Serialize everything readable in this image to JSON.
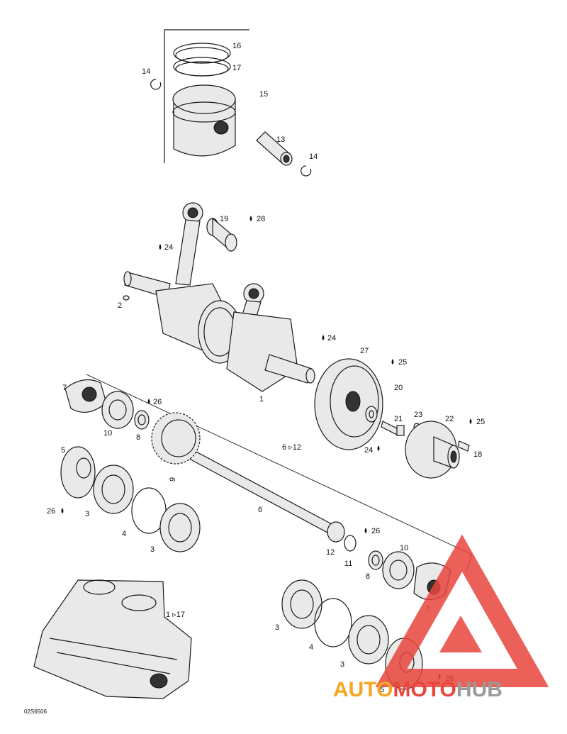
{
  "labels": {
    "l16": "16",
    "l17": "17",
    "l14a": "14",
    "l15": "15",
    "l13": "13",
    "l14b": "14",
    "l19": "19",
    "l28": "28",
    "l24a": "24",
    "l2": "2",
    "l24b": "24",
    "l27": "27",
    "l25a": "25",
    "l20": "20",
    "l1": "1",
    "l7a": "7",
    "l26a": "26",
    "l10a": "10",
    "l8a": "8",
    "l21": "21",
    "l23": "23",
    "l22": "22",
    "l25b": "25",
    "l24c": "24",
    "l18": "18",
    "l9": "9",
    "l6to12": "6 ▹12",
    "l5a": "5",
    "l26b": "26",
    "l3a": "3",
    "l4a": "4",
    "l6": "6",
    "l3b": "3",
    "l26c": "26",
    "l12": "12",
    "l11": "11",
    "l10b": "10",
    "l8b": "8",
    "l7b": "7",
    "l1to17": "1 ▹17",
    "l3c": "3",
    "l4b": "4",
    "l3d": "3",
    "l26d": "26",
    "l5b": "5"
  },
  "figure_code": "02S6506",
  "watermark": {
    "part1": "AUTO",
    "part2": "MOTO",
    "part3": "HUB",
    "color_orange": "#f5a623",
    "color_red": "#e8453c",
    "color_grey": "#9a9a9a"
  }
}
